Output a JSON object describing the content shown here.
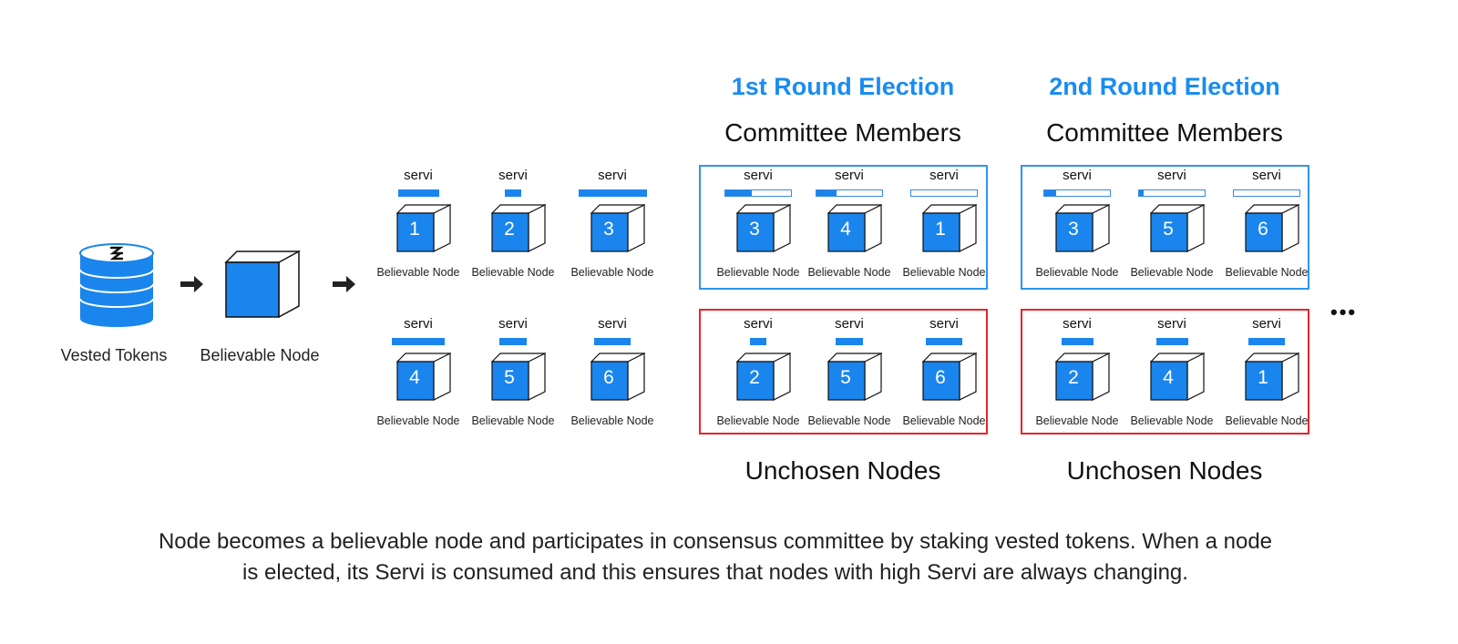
{
  "header": {
    "round1_title": "1st Round Election",
    "round2_title": "2nd Round Election",
    "committee_label": "Committee Members",
    "unchosen_label": "Unchosen Nodes"
  },
  "source": {
    "tokens_caption": "Vested Tokens",
    "node_caption": "Believable Node"
  },
  "node_texts": {
    "servi": "servi",
    "label": "Believable Node"
  },
  "pool": [
    {
      "num": "1",
      "servi": 0.45
    },
    {
      "num": "2",
      "servi": 0.18
    },
    {
      "num": "3",
      "servi": 0.75
    },
    {
      "num": "4",
      "servi": 0.58
    },
    {
      "num": "5",
      "servi": 0.3
    },
    {
      "num": "6",
      "servi": 0.4
    }
  ],
  "round1": {
    "committee": [
      {
        "num": "3",
        "fill": 0.4
      },
      {
        "num": "4",
        "fill": 0.3
      },
      {
        "num": "1",
        "fill": 0
      }
    ],
    "unchosen": [
      {
        "num": "2",
        "servi": 0.18
      },
      {
        "num": "5",
        "servi": 0.3
      },
      {
        "num": "6",
        "servi": 0.4
      }
    ]
  },
  "round2": {
    "committee": [
      {
        "num": "3",
        "fill": 0.18
      },
      {
        "num": "5",
        "fill": 0.07
      },
      {
        "num": "6",
        "fill": 0
      }
    ],
    "unchosen": [
      {
        "num": "2",
        "servi": 0.35
      },
      {
        "num": "4",
        "servi": 0.35
      },
      {
        "num": "1",
        "servi": 0.4
      }
    ]
  },
  "ellipsis": "•••",
  "footer": {
    "line1": "Node becomes a believable node and participates in consensus committee by staking vested tokens. When a node",
    "line2": "is elected, its Servi is consumed and this ensures that nodes with high Servi are always changing."
  },
  "colors": {
    "accent": "#1a85ec",
    "committee_border": "#2f95ec",
    "unchosen_border": "#e5262c",
    "round_title": "#1a8cf0"
  }
}
